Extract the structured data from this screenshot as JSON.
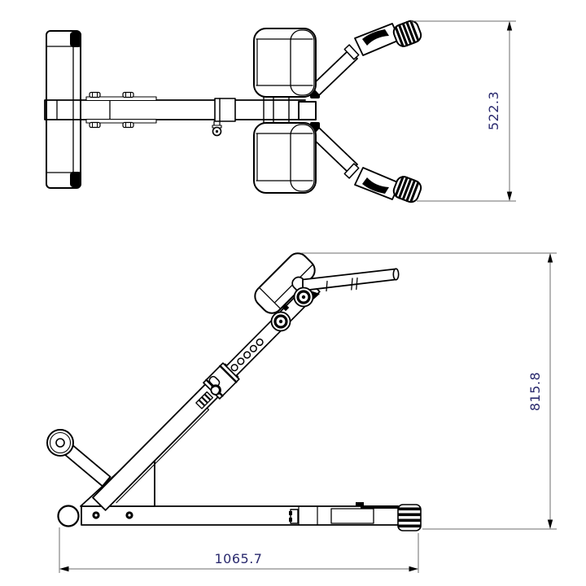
{
  "dimensions": {
    "plan_depth": "522.3",
    "side_height": "815.8",
    "side_length": "1065.7"
  },
  "colors": {
    "outline": "#000000",
    "dimension_line": "#6e6e6e",
    "dimension_text": "#2a2a6e",
    "background": "#ffffff"
  }
}
